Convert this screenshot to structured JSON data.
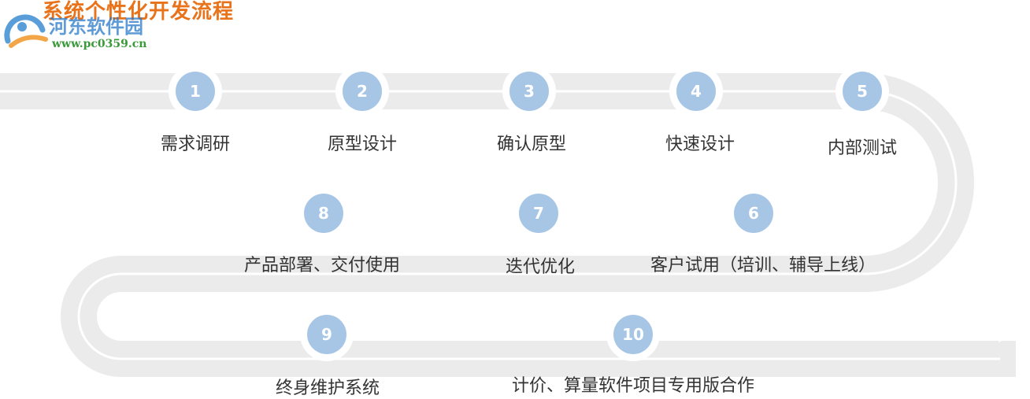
{
  "title": "系统个性化开发流程",
  "watermark": {
    "name": "河东软件园",
    "url": "www.pc0359.cn"
  },
  "colors": {
    "track": "#ebebeb",
    "track_line": "#ffffff",
    "ring": "#ffffff",
    "badge": "#a7c6e6",
    "badge_text": "#ffffff",
    "title": "#e8731a"
  },
  "steps": [
    {
      "num": "1",
      "label": "需求调研"
    },
    {
      "num": "2",
      "label": "原型设计"
    },
    {
      "num": "3",
      "label": "确认原型"
    },
    {
      "num": "4",
      "label": "快速设计"
    },
    {
      "num": "5",
      "label": "内部测试"
    },
    {
      "num": "6",
      "label": "客户试用（培训、辅导上线）"
    },
    {
      "num": "7",
      "label": "迭代优化"
    },
    {
      "num": "8",
      "label": "产品部署、交付使用"
    },
    {
      "num": "9",
      "label": "终身维护系统"
    },
    {
      "num": "10",
      "label": "计价、算量软件项目专用版合作"
    }
  ]
}
